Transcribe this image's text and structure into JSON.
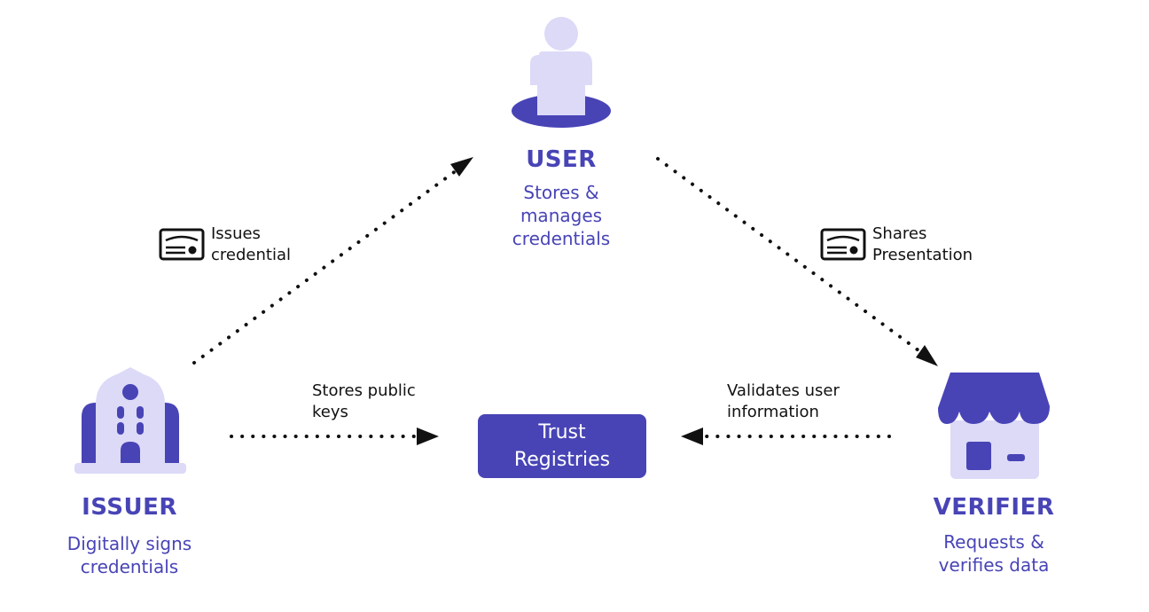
{
  "colors": {
    "accent": "#4844b6",
    "accent_light": "#dcdaf7",
    "ink": "#111111",
    "background": "#ffffff"
  },
  "user": {
    "title": "USER",
    "description": [
      "Stores &",
      "manages",
      "credentials"
    ]
  },
  "issuer": {
    "title": "ISSUER",
    "description": [
      "Digitally signs",
      "credentials"
    ]
  },
  "verifier": {
    "title": "VERIFIER",
    "description": [
      "Requests &",
      "verifies data"
    ]
  },
  "registry": {
    "label": [
      "Trust",
      "Registries"
    ]
  },
  "edges": {
    "issues": {
      "label": [
        "Issues",
        "credential"
      ],
      "icon": "credential-certificate-icon"
    },
    "shares": {
      "label": [
        "Shares",
        "Presentation"
      ],
      "icon": "credential-certificate-icon"
    },
    "stores_keys": {
      "label": [
        "Stores public",
        "keys"
      ]
    },
    "validates": {
      "label": [
        "Validates user",
        "information"
      ]
    }
  }
}
